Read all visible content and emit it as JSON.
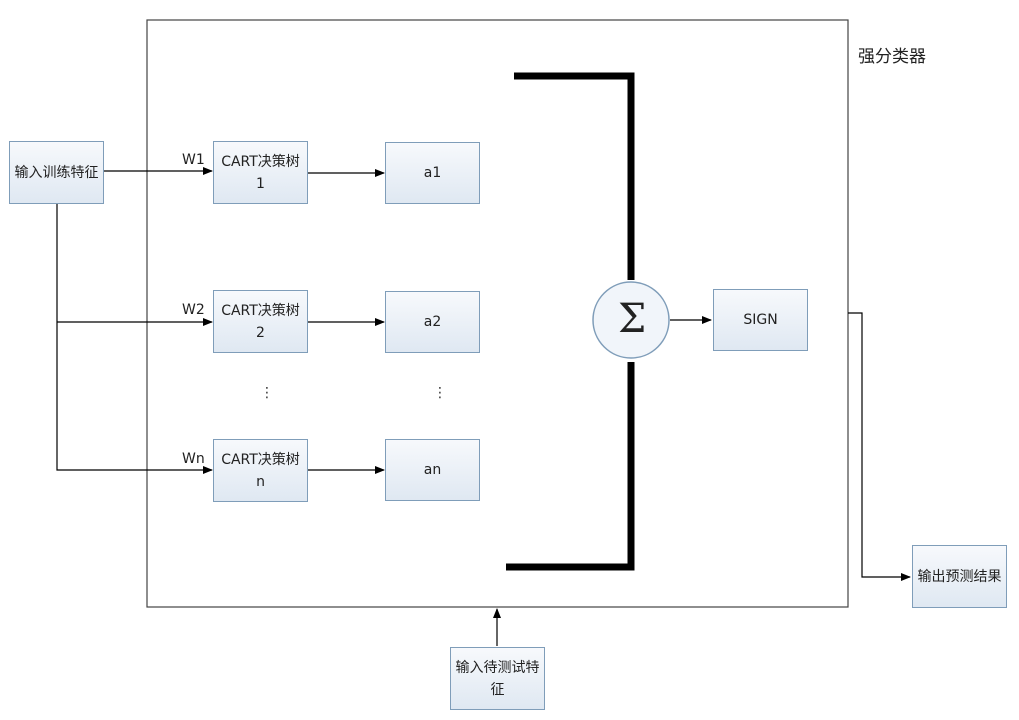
{
  "strong_classifier": {
    "label": "强分类器"
  },
  "input_train": {
    "label": "输入训练特征"
  },
  "input_test": {
    "label": "输入待测试特征"
  },
  "output": {
    "label": "输出预测结果"
  },
  "sign": {
    "label": "SIGN"
  },
  "sum": {
    "symbol": "Σ"
  },
  "rows": [
    {
      "weight": "W1",
      "tree": "CART决策树1",
      "alpha": "a1"
    },
    {
      "weight": "W2",
      "tree": "CART决策树2",
      "alpha": "a2"
    },
    {
      "weight": "Wn",
      "tree": "CART决策树n",
      "alpha": "an"
    }
  ],
  "ellipsis": "⋮"
}
